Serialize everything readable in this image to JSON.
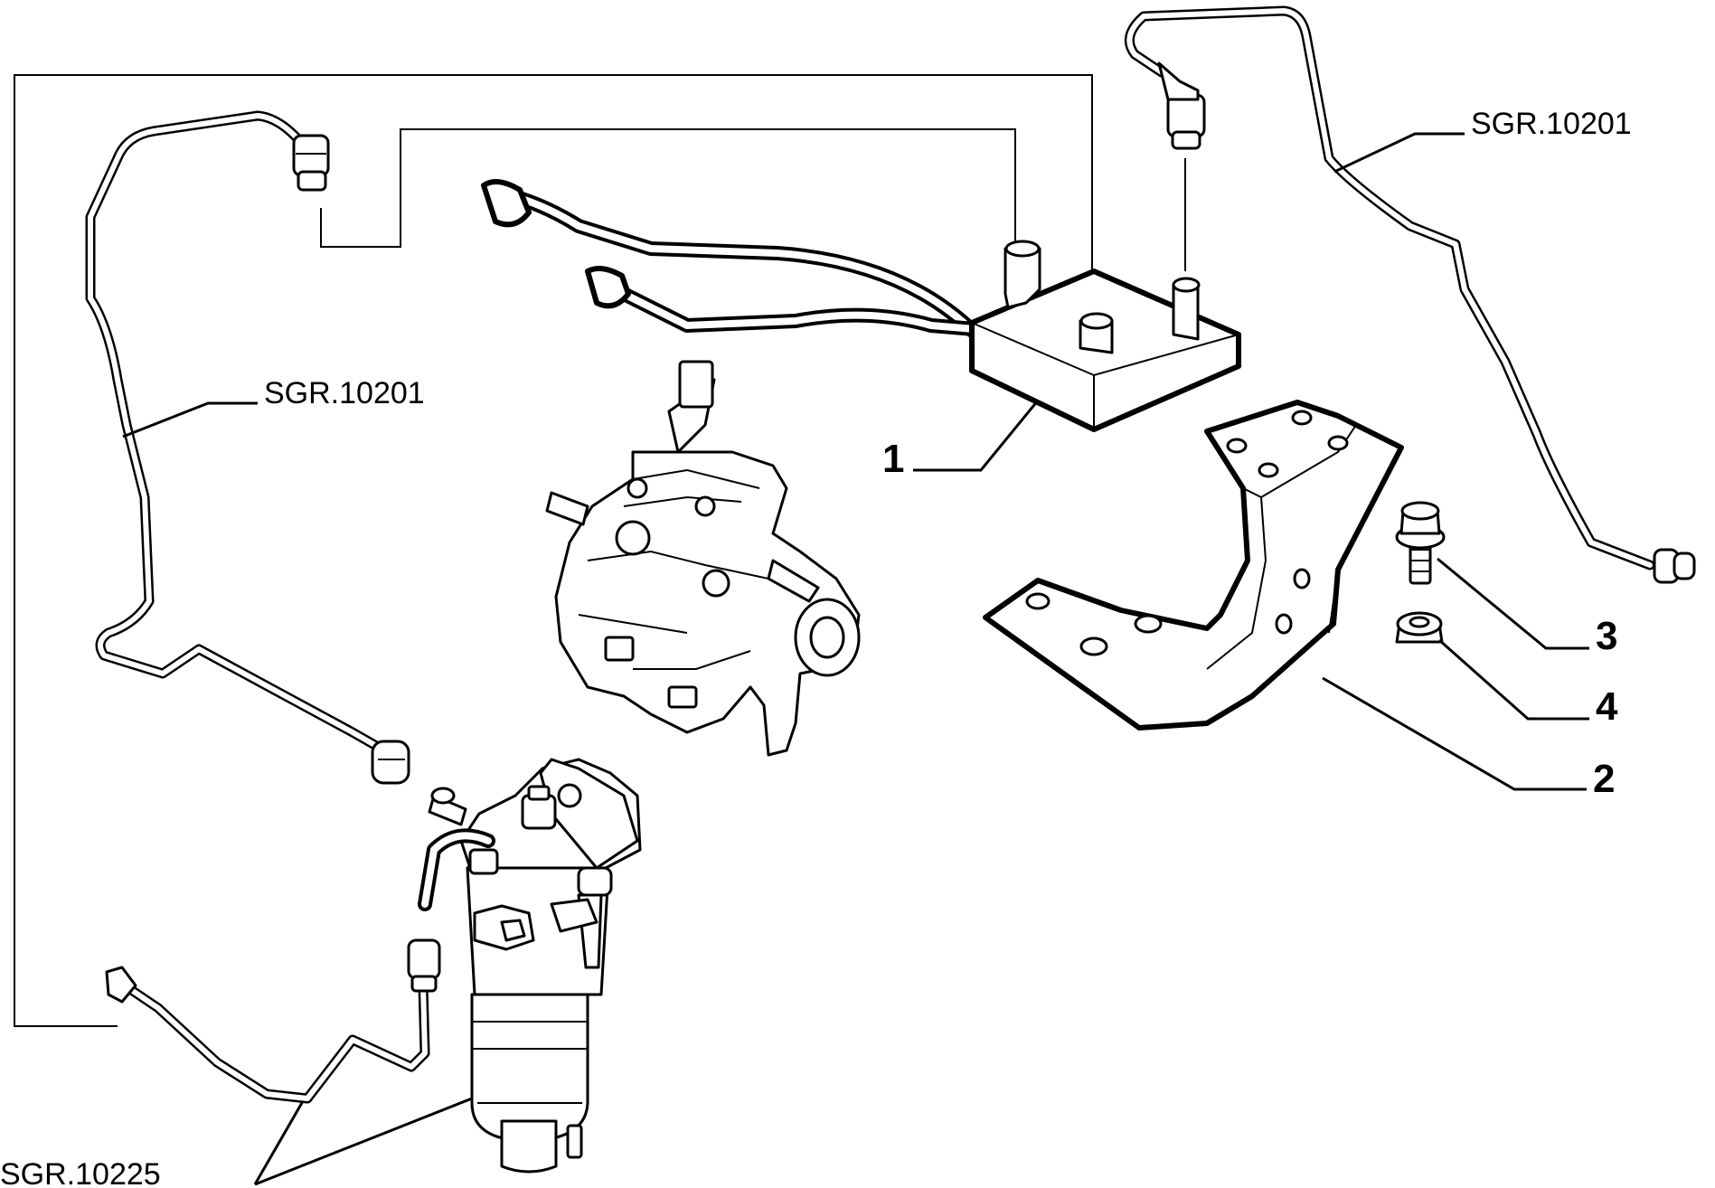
{
  "references": {
    "top_right": "SGR.10201",
    "middle_left": "SGR.10201",
    "bottom_left": "SGR.10225"
  },
  "part_numbers": {
    "p1": "1",
    "p2": "2",
    "p3": "3",
    "p4": "4"
  }
}
